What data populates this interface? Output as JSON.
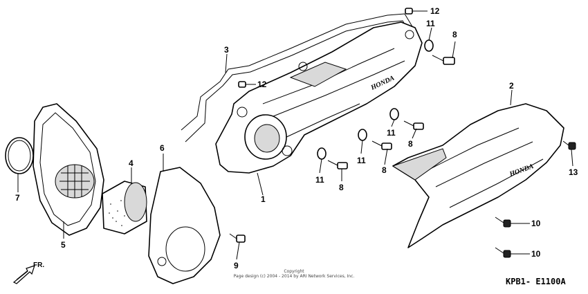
{
  "callouts": {
    "c1": "1",
    "c2": "2",
    "c3": "3",
    "c4": "4",
    "c5": "5",
    "c6": "6",
    "c7": "7",
    "c8a": "8",
    "c8b": "8",
    "c8c": "8",
    "c8d": "8",
    "c9": "9",
    "c10a": "10",
    "c10b": "10",
    "c11a": "11",
    "c11b": "11",
    "c11c": "11",
    "c11d": "11",
    "c12a": "12",
    "c12b": "12",
    "c13": "13"
  },
  "brand_text": {
    "cover1": "HONDA",
    "cover2": "HONDA"
  },
  "front_indicator": "FR.",
  "copyright": {
    "line1": "Copyright",
    "line2": "Page design (c) 2004 - 2014 by ARI Network Services, Inc."
  },
  "diagram_code": "KPB1- E1100A"
}
